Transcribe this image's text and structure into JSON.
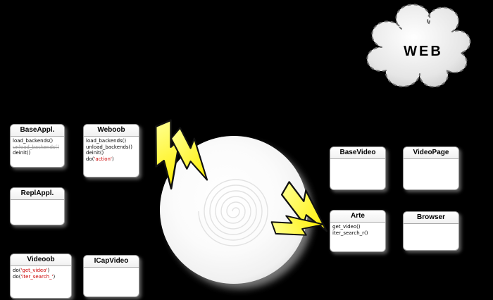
{
  "background": "#000000",
  "colors": {
    "accent_red": "#cc0000",
    "muted_gray": "#999999",
    "bolt_yellow": "#ffff33",
    "box_white": "#ffffff"
  },
  "cloud": {
    "label": "WEB"
  },
  "classes": {
    "baseappl": {
      "title": "BaseAppl.",
      "m1": "load_backends()",
      "m2": "unload_backends()",
      "m3": "deinit()"
    },
    "weboob": {
      "title": "Weboob",
      "m1": "load_backends()",
      "m2": "unload_backends()",
      "m3": "deinit()",
      "m4_pre": "do(",
      "m4_arg": "'action'",
      "m4_suf": ")"
    },
    "replappl": {
      "title": "ReplAppl."
    },
    "videoob": {
      "title": "Videoob",
      "m1_pre": "do(",
      "m1_arg": "'get_video'",
      "m1_suf": ")",
      "m2_pre": "do(",
      "m2_arg": "'iter_search_'",
      "m2_suf": ")"
    },
    "icapvideo": {
      "title": "ICapVideo"
    },
    "basevideo": {
      "title": "BaseVideo"
    },
    "videopage": {
      "title": "VideoPage"
    },
    "arte": {
      "title": "Arte",
      "m1": "get_video()",
      "m2": "iter_search_r()"
    },
    "browser": {
      "title": "Browser"
    }
  }
}
